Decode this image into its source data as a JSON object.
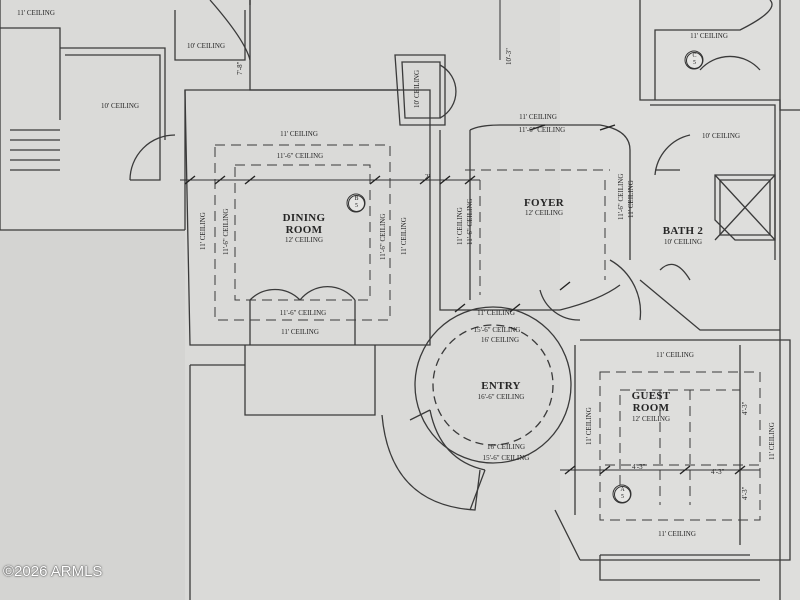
{
  "rooms": {
    "dining_title": "DINING\nROOM",
    "dining_ceiling": "12' CEILING",
    "foyer_title": "FOYER",
    "foyer_ceiling": "12' CEILING",
    "bath2_title": "BATH 2",
    "bath2_ceiling": "10' CEILING",
    "entry_title": "ENTRY",
    "entry_ceiling": "16'-6\" CEILING",
    "guest_title": "GUEST\nROOM",
    "guest_ceiling": "12' CEILING"
  },
  "ceilings": {
    "topleft_11": "11' CEILING",
    "top_10_a": "10' CEILING",
    "left_10": "10' CEILING",
    "closet_10": "10' CEILING",
    "right_11": "11' CEILING",
    "right_10": "10' CEILING",
    "dining_11_top": "11' CEILING",
    "dining_116_top": "11'-6\" CEILING",
    "dining_116_bottom": "11'-6\" CEILING",
    "dining_11_bottom": "11' CEILING",
    "dining_11_left": "11' CEILING",
    "dining_116_left": "11'-6\" CEILING",
    "dining_116_right": "11'-6\" CEILING",
    "dining_11_right": "11' CEILING",
    "foyer_11_top": "11' CEILING",
    "foyer_116_top": "11'-6\" CEILING",
    "foyer_11_left": "11' CEILING",
    "foyer_116_left": "11'-6\" CEILING",
    "foyer_116_right": "11'-6\" CEILING",
    "foyer_11_right": "11' CEILING",
    "foyer_11_bottom": "11' CEILING",
    "entry_156": "15'-6\" CEILING",
    "entry_16": "16' CEILING",
    "entry_16_b": "16' CEILING",
    "entry_156_b": "15'-6\" CEILING",
    "guest_11_top": "11' CEILING",
    "guest_11_left": "11' CEILING",
    "guest_11_right": "11' CEILING",
    "guest_11_bottom": "11' CEILING"
  },
  "dimensions": {
    "d_78": "7'-8\"",
    "d_103": "10'-3\"",
    "d_2": "2'",
    "d_43a": "4'-3\"",
    "d_43b": "4'-3\"",
    "d_43c": "4'-3\"",
    "d_43d": "4'-3\""
  },
  "section_tags": {
    "dining": "B\n5",
    "bath": "C\n5",
    "guest": "A\n5"
  },
  "watermark": "©2026 ARMLS"
}
